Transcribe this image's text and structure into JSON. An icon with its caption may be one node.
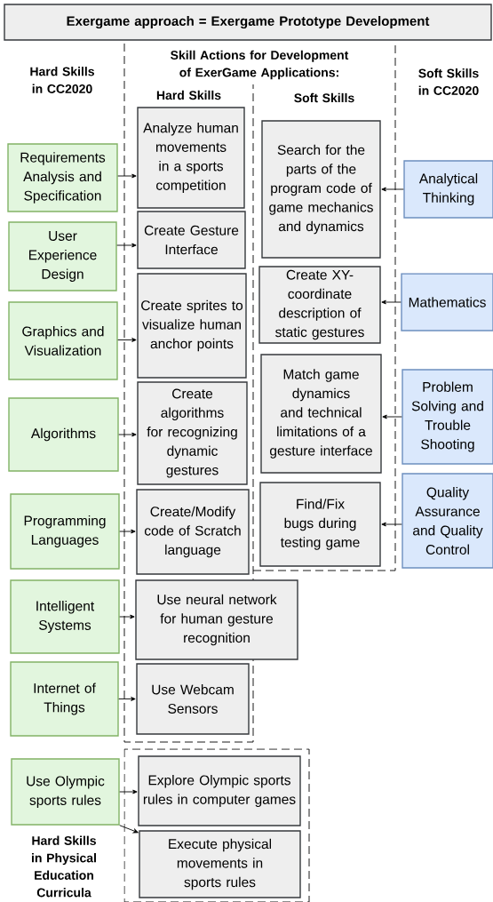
{
  "diagram": {
    "nodes": [
      {
        "text": [
          "Exergame approach = Exergame Prototype Development"
        ]
      },
      {
        "text": [
          "Hard Skills"
        ]
      },
      {
        "text": [
          "Soft Skills"
        ]
      },
      {
        "text": [
          "Requirements Analysis and Specification"
        ]
      },
      {
        "text": [
          "Analyze human movements in a sports competition"
        ],
        "in": 1
      },
      {
        "text": [
          "Search for the parts of the program code of game mechanics and dynamics"
        ],
        "in": 2
      },
      {
        "text": [
          "Analytical Thinking"
        ]
      },
      {
        "text": [
          "User Experience Design"
        ]
      },
      {
        "text": [
          "Create Gesture Interface"
        ],
        "in": 1
      },
      {
        "text": [
          "Create XY-coordinate description of static gestures"
        ],
        "in": 2
      },
      {
        "text": [
          "Mathematics"
        ]
      },
      {
        "text": [
          "Graphics and Visualization"
        ]
      },
      {
        "text": [
          "Create sprites to visualize human anchor points"
        ],
        "in": 1
      },
      {
        "text": [
          "Algorithms"
        ]
      },
      {
        "text": [
          "Create algorithms for recognizing dynamic gestures"
        ],
        "in": 1
      },
      {
        "text": [
          "Match game dynamics and technical limitations of a gesture interface"
        ],
        "in": 2
      },
      {
        "text": [
          "Problem Solving and Trouble Shooting"
        ]
      },
      {
        "text": [
          "Programming Languages"
        ]
      },
      {
        "text": [
          "Create/Modify code of Scratch language"
        ],
        "in": 1
      },
      {
        "text": [
          "Find/Fix bugs during testing game"
        ],
        "in": 2
      },
      {
        "text": [
          "Quality Assurance and Quality Control"
        ]
      },
      {
        "text": [
          "Intelligent Systems"
        ]
      },
      {
        "text": [
          "Use neural network for human gesture recognition"
        ]
      },
      {
        "text": [
          "Internet of Things"
        ]
      },
      {
        "text": [
          "Use Webcam Sensors"
        ],
        "in": 1
      },
      {
        "text": [],
        "shape": "box"
      },
      {
        "text": [
          "Use Olympic sports rules"
        ]
      },
      {
        "text": [
          "Explore Olympic sports rules in computer games"
        ],
        "in": 25
      },
      {
        "text": [
          "Execute physical movements in sports rules"
        ],
        "in": 25
      }
    ],
    "edges": [
      {
        "from": 3,
        "to": 4,
        "arrow": "to"
      },
      {
        "from": 6,
        "to": 5,
        "arrow": "to"
      },
      {
        "from": 7,
        "to": 8,
        "arrow": "to"
      },
      {
        "from": 10,
        "to": 9,
        "arrow": "to"
      },
      {
        "from": 11,
        "to": 12,
        "arrow": "to"
      },
      {
        "from": 13,
        "to": 14,
        "arrow": "to"
      },
      {
        "from": 16,
        "to": 15,
        "arrow": "to"
      },
      {
        "from": 17,
        "to": 18,
        "arrow": "to"
      },
      {
        "from": 20,
        "to": 19,
        "arrow": "to"
      },
      {
        "from": 21,
        "to": 22,
        "arrow": "to"
      },
      {
        "from": 23,
        "to": 24,
        "arrow": "to"
      },
      {
        "from": 26,
        "to": 27,
        "arrow": "to"
      },
      {
        "from": 26,
        "to": 28,
        "arrow": "to"
      }
    ],
    "labels": [
      "Hard Skills in CC2020",
      "Skill Actions for Development of ExerGame Applications:",
      "Soft Skills in CC2020",
      "Hard Skills in Physical Education Curricula"
    ]
  }
}
